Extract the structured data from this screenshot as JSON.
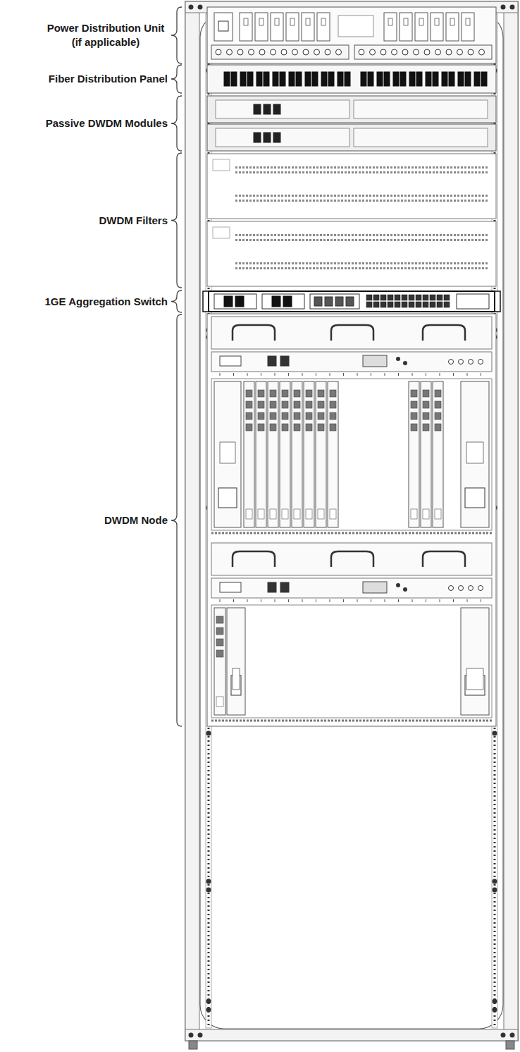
{
  "diagram": {
    "labels": [
      "Power Distribution Unit (if applicable)",
      "Fiber Distribution Panel",
      "Passive DWDM Modules",
      "DWDM Filters",
      "1GE Aggregation Switch",
      "DWDM Node"
    ]
  }
}
